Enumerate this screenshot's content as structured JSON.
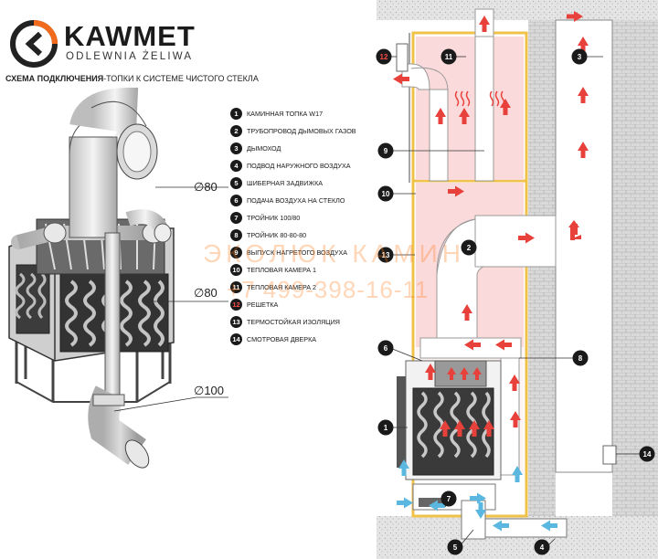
{
  "brand": {
    "name": "KAWMET",
    "subtitle": "ODLEWNIA ŻELIWA"
  },
  "scheme": {
    "title_bold": "СХЕМА ПОДКЛЮЧЕНИЯ",
    "title_rest": "-ТОПКИ К СИСТЕМЕ ЧИСТОГО СТЕКЛА"
  },
  "legend": [
    {
      "n": "1",
      "label": "КАМИННАЯ ТОПКА W17"
    },
    {
      "n": "2",
      "label": "ТРУБОПРОВОД ДЫМОВЫХ ГАЗОВ"
    },
    {
      "n": "3",
      "label": "ДЫМОХОД"
    },
    {
      "n": "4",
      "label": "ПОДВОД НАРУЖНОГО ВОЗДУХА"
    },
    {
      "n": "5",
      "label": "ШИБЕРНАЯ ЗАДВИЖКА"
    },
    {
      "n": "6",
      "label": "ПОДАЧА ВОЗДУХА НА СТЕКЛО"
    },
    {
      "n": "7",
      "label": "ТРОЙНИК 100/80"
    },
    {
      "n": "8",
      "label": "ТРОЙНИК 80-80-80"
    },
    {
      "n": "9",
      "label": "ВЫПУСК НАГРЕТОГО ВОЗДУХА"
    },
    {
      "n": "10",
      "label": "ТЕПЛОВАЯ КАМЕРА 1"
    },
    {
      "n": "11",
      "label": "ТЕПЛОВАЯ КАМЕРА 2"
    },
    {
      "n": "12",
      "label": "РЕШЕТКА"
    },
    {
      "n": "13",
      "label": "ТЕРМОСТОЙКАЯ ИЗОЛЯЦИЯ"
    },
    {
      "n": "14",
      "label": "СМОТРОВАЯ ДВЕРКА"
    }
  ],
  "dimensions": {
    "d1": "∅80",
    "d2": "∅80",
    "d3": "∅100"
  },
  "watermark": {
    "line1": "ЭКОЛЮК КАМИН",
    "line2": "+7 499-398-16-11"
  },
  "colors": {
    "accent": "#ff4a4a",
    "air_cold": "#5ab8e0",
    "arrow_hot": "#e8403a",
    "chamber": "#fbdadc",
    "insulation": "#f0c24a",
    "brick": "#c8c8c8"
  }
}
